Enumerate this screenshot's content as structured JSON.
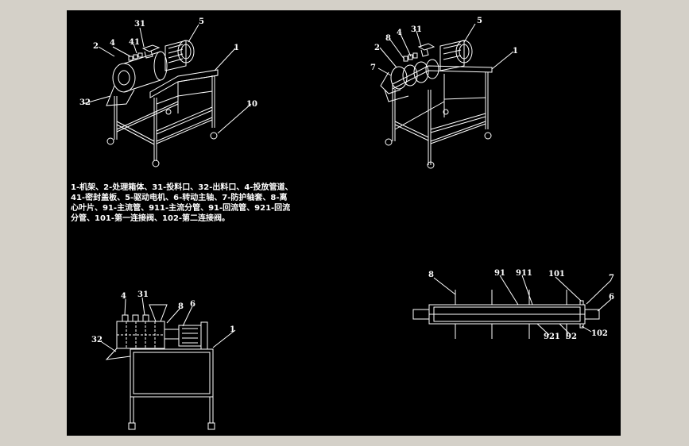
{
  "legend": "1-机架、2-处理箱体、31-投料口、32-出料口、4-投放管道、41-密封盖板、5-驱动电机、6-转动主轴、7-防护轴套、8-离心叶片、91-主流管、911-主流分管、91-回流管、921-回流分管、101-第一连接阀、102-第二连接阀。",
  "views": {
    "iso_front": {
      "labels": [
        "31",
        "5",
        "2",
        "4",
        "41",
        "1",
        "32",
        "10"
      ]
    },
    "iso_open": {
      "labels": [
        "5",
        "8",
        "4",
        "31",
        "2",
        "1",
        "7"
      ]
    },
    "side": {
      "labels": [
        "4",
        "31",
        "8",
        "6",
        "1",
        "32"
      ]
    },
    "section": {
      "labels": [
        "8",
        "91",
        "911",
        "101",
        "7",
        "6",
        "921",
        "92",
        "102"
      ]
    }
  },
  "colors": {
    "background": "#000000",
    "lines": "#ffffff",
    "frame": "#d4d0c8"
  }
}
